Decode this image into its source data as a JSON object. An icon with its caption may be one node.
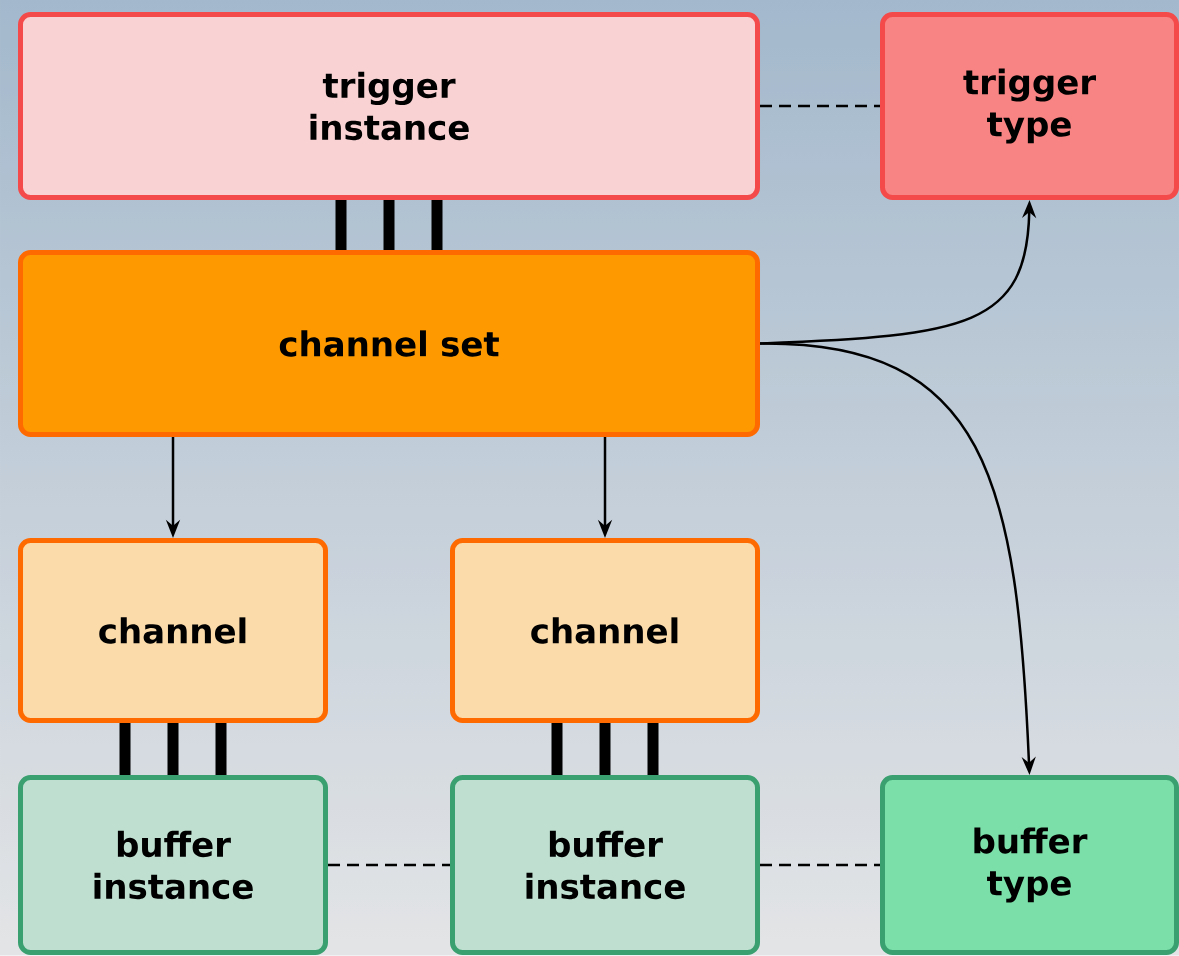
{
  "diagram": {
    "nodes": [
      {
        "text": [
          "trigger instance"
        ]
      },
      {
        "text": [
          "trigger type"
        ]
      },
      {
        "text": [
          "channel set"
        ]
      },
      {
        "text": [
          "channel"
        ]
      },
      {
        "text": [
          "channel"
        ]
      },
      {
        "text": [
          "buffer instance"
        ]
      },
      {
        "text": [
          "buffer instance"
        ]
      },
      {
        "text": [
          "buffer type"
        ]
      }
    ],
    "edges": [
      {
        "from": 0,
        "to": 1,
        "arrow": "none",
        "style": "dashed"
      },
      {
        "from": 0,
        "to": 2,
        "arrow": "none",
        "style": "thick"
      },
      {
        "from": 2,
        "to": 1,
        "arrow": "to"
      },
      {
        "from": 2,
        "to": 7,
        "arrow": "to"
      },
      {
        "from": 2,
        "to": 3,
        "arrow": "to"
      },
      {
        "from": 2,
        "to": 4,
        "arrow": "to"
      },
      {
        "from": 3,
        "to": 5,
        "arrow": "none",
        "style": "thick"
      },
      {
        "from": 4,
        "to": 6,
        "arrow": "none",
        "style": "thick"
      },
      {
        "from": 5,
        "to": 6,
        "arrow": "none",
        "style": "dashed"
      },
      {
        "from": 6,
        "to": 7,
        "arrow": "none",
        "style": "dashed"
      }
    ]
  }
}
